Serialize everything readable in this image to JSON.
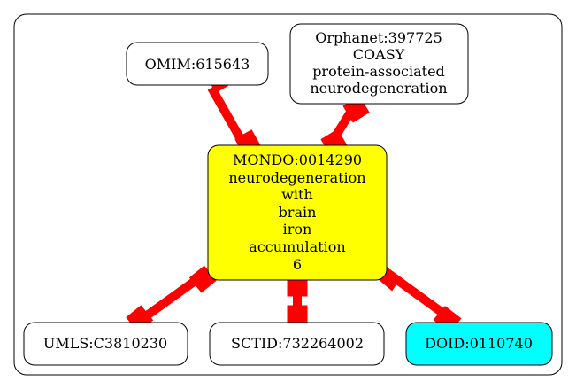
{
  "colors": {
    "edge": "#ff0000",
    "center_fill": "#ffff00",
    "doid_fill": "#00ffff",
    "default_fill": "#ffffff",
    "stroke": "#000000"
  },
  "nodes": {
    "center": {
      "lines": [
        "MONDO:0014290",
        "neurodegeneration",
        "with",
        "brain",
        "iron",
        "accumulation",
        "6"
      ]
    },
    "omim": {
      "lines": [
        "OMIM:615643"
      ]
    },
    "orphanet": {
      "lines": [
        "Orphanet:397725",
        "COASY",
        "protein-associated",
        "neurodegeneration"
      ]
    },
    "umls": {
      "lines": [
        "UMLS:C3810230"
      ]
    },
    "sctid": {
      "lines": [
        "SCTID:732264002"
      ]
    },
    "doid": {
      "lines": [
        "DOID:0110740"
      ]
    }
  },
  "edges": [
    {
      "from": "center",
      "to": "omim"
    },
    {
      "from": "center",
      "to": "orphanet"
    },
    {
      "from": "center",
      "to": "umls"
    },
    {
      "from": "center",
      "to": "sctid"
    },
    {
      "from": "center",
      "to": "doid"
    }
  ]
}
